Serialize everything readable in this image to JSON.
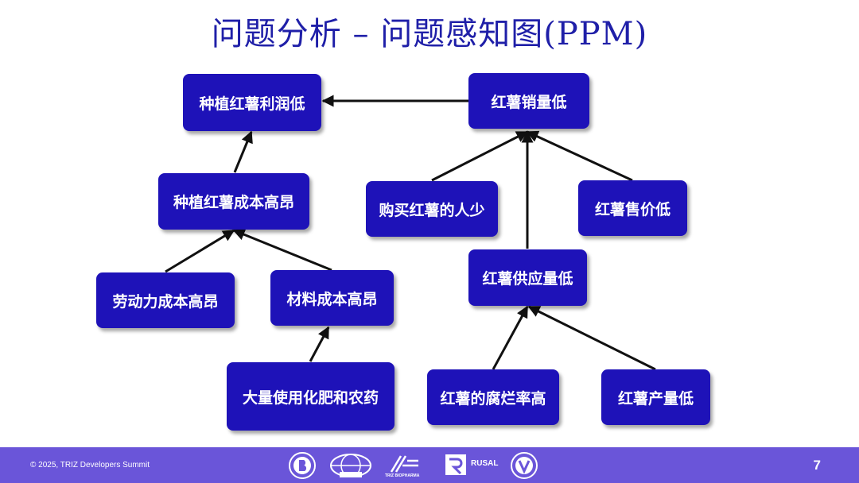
{
  "title": "问题分析 – 问题感知图(PPM)",
  "nodes": {
    "profit_low": "种植红薯利润低",
    "sales_low": "红薯销量低",
    "planting_cost_high": "种植红薯成本高昂",
    "buyers_few": "购买红薯的人少",
    "price_low": "红薯售价低",
    "labor_cost_high": "劳动力成本高昂",
    "material_cost_high": "材料成本高昂",
    "supply_low": "红薯供应量低",
    "fertilizer_pesticide": "大量使用化肥和农药",
    "rot_rate_high": "红薯的腐烂率高",
    "output_low": "红薯产量低"
  },
  "footer": {
    "copyright": "© 2025, TRIZ Developers Summit",
    "page_number": "7",
    "logos": {
      "rusal": "RUSAL",
      "biopharma": "TRIZ BIOPHARMA"
    }
  },
  "colors": {
    "title": "#1f1fa8",
    "node_fill": "#1e12b8",
    "node_text": "#ffffff",
    "footer_bar": "#6a55d9",
    "arrow": "#111111"
  },
  "icons": [
    "arrow-icon",
    "logo-icon"
  ]
}
